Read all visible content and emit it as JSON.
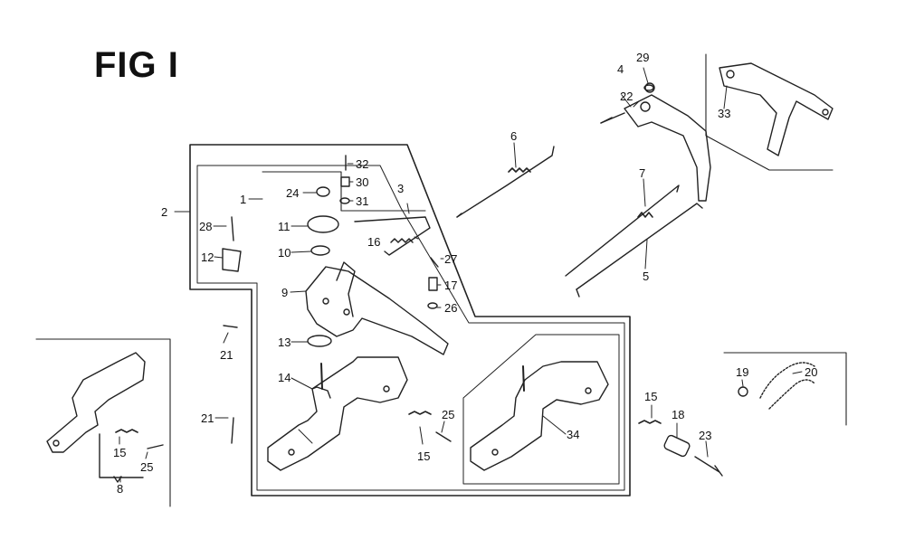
{
  "figure": {
    "title": "FIG I",
    "callouts": {
      "c1": "1",
      "c2": "2",
      "c3": "3",
      "c4": "4",
      "c5": "5",
      "c6": "6",
      "c7": "7",
      "c8": "8",
      "c9": "9",
      "c10": "10",
      "c11": "11",
      "c12": "12",
      "c13": "13",
      "c14": "14",
      "c15a": "15",
      "c15b": "15",
      "c15c": "15",
      "c16": "16",
      "c17": "17",
      "c18": "18",
      "c19": "19",
      "c20": "20",
      "c21a": "21",
      "c21b": "21",
      "c22": "22",
      "c23": "23",
      "c24": "24",
      "c25a": "25",
      "c25b": "25",
      "c26": "26",
      "c27": "27",
      "c28": "28",
      "c29": "29",
      "c30": "30",
      "c31": "31",
      "c32": "32",
      "c33": "33",
      "c34": "34"
    }
  }
}
